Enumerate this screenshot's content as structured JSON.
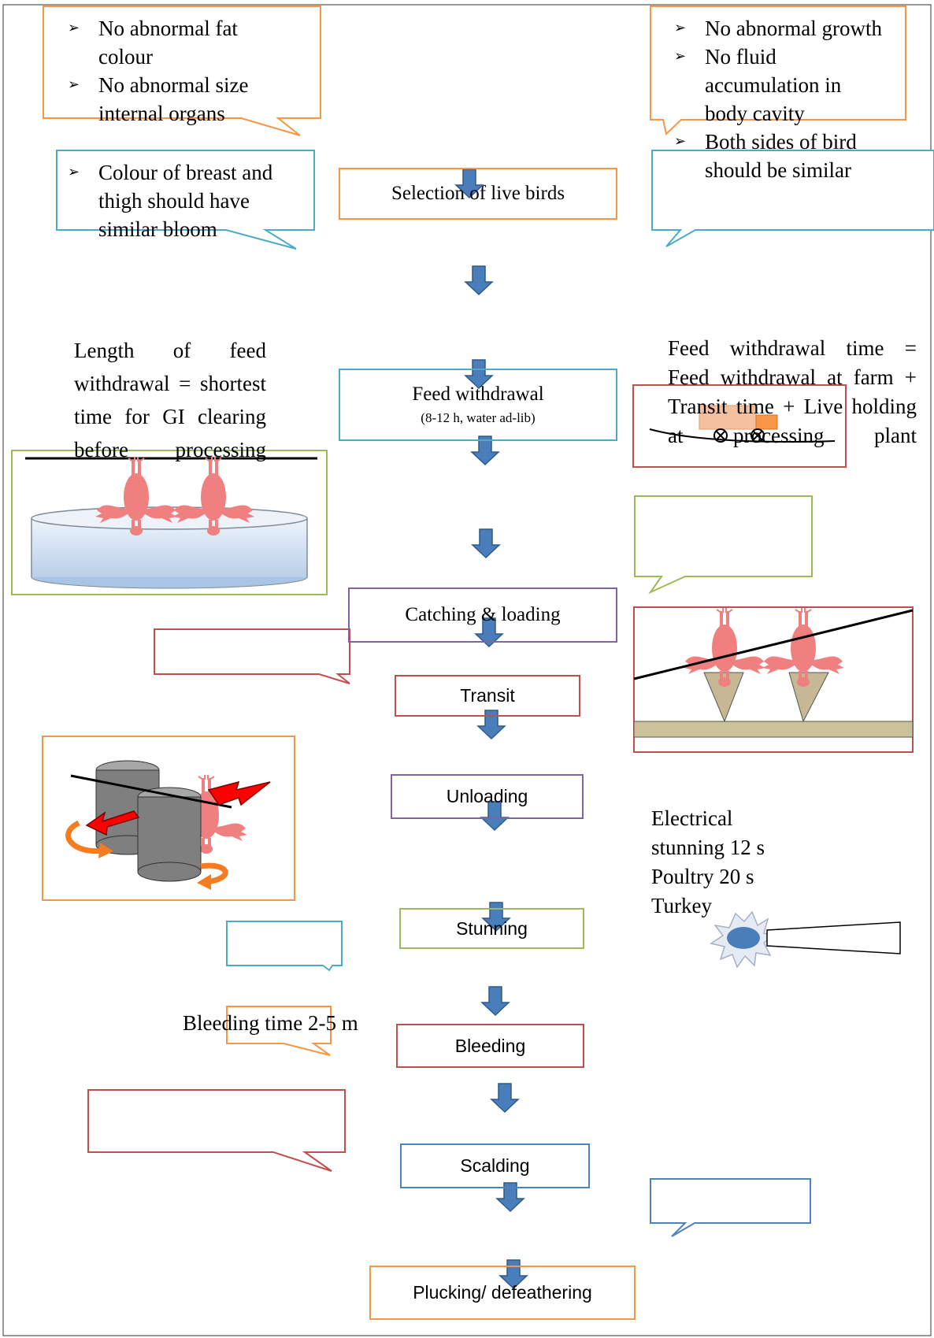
{
  "steps": [
    "Selection of live birds",
    "Feed withdrawal",
    "Catching & loading",
    "Transit",
    "Unloading",
    "Stunning",
    "Bleeding",
    "Scalding",
    "Plucking/ defeathering"
  ],
  "feed_withdrawal_note": "(8-12 h, water ad-lib)",
  "callouts": {
    "top_left": [
      "No abnormal fat colour",
      "No abnormal size internal organs"
    ],
    "mid_left": [
      "Colour of breast and thigh should have similar bloom"
    ],
    "right": [
      "No abnormal growth",
      "No fluid accumulation in body cavity",
      "Both sides of bird should be similar"
    ]
  },
  "texts": {
    "length_feed": "Length of feed withdrawal = shortest time for GI clearing before processing",
    "withdrawal_time": "Feed withdrawal time = Feed withdrawal at farm + Transit time + Live holding at processing plant",
    "stunning": "Electrical stunning 12 s Poultry 20 s Turkey",
    "bleeding_time": "Bleeding time 2-5 m"
  },
  "colors": {
    "orange": "#f79646",
    "teal": "#4bacc6",
    "purple": "#8064a2",
    "red": "#c0504d",
    "green": "#9bbb59",
    "blue": "#4f81bd",
    "arrow": "#4a7ebb"
  },
  "icons": [
    "down-arrow-icon",
    "bullet-arrow-icon",
    "hanging-bird-icon",
    "truck-icon",
    "stunner-icon"
  ]
}
